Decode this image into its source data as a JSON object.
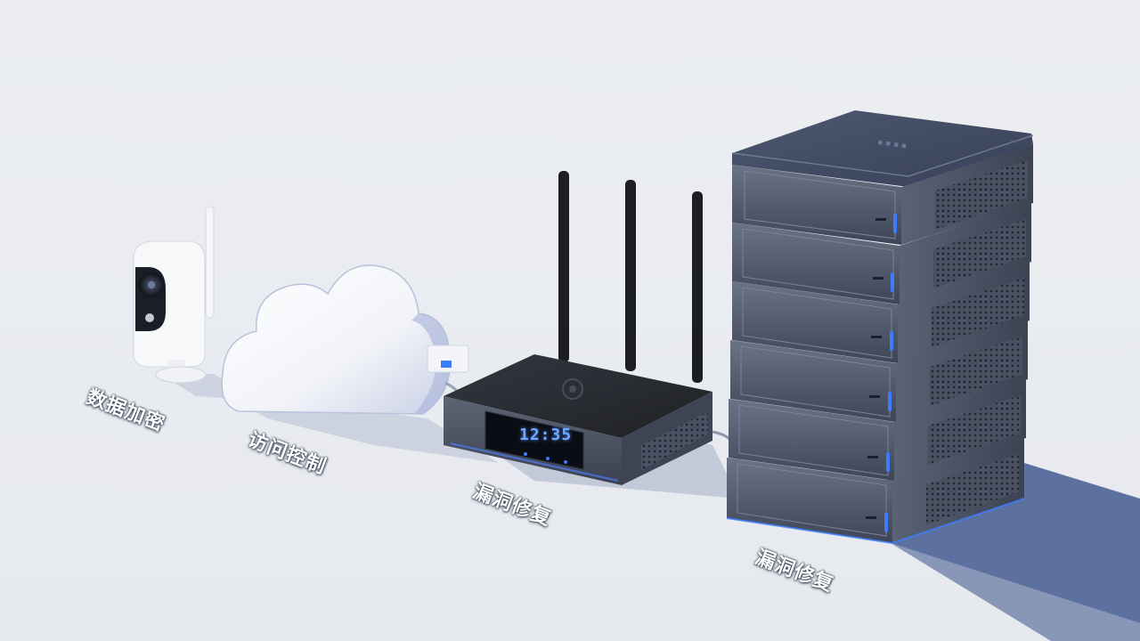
{
  "labels": {
    "camera": "数据加密",
    "cloud": "访问控制",
    "router": "漏洞修复",
    "servers": "漏洞修复"
  },
  "router_display": "12:35",
  "colors": {
    "background": "#e9ecf1",
    "shadow": "#5b6f99",
    "server_body": "#4c5466",
    "router_body": "#2a2d34",
    "led": "#3c7dff",
    "cloud": "#f5f7fb",
    "camera": "#f7f8fa"
  },
  "objects": [
    "security-camera",
    "cloud",
    "wifi-router",
    "server-stack"
  ]
}
